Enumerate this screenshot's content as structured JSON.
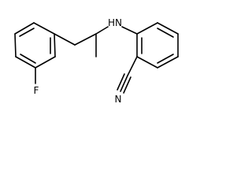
{
  "molecule": {
    "atoms": {
      "fluorine": "F",
      "amine": "HN",
      "nitrile_nitrogen": "N"
    }
  },
  "colors": {
    "bond": "#000000",
    "label": "#000000",
    "background": "#ffffff"
  }
}
